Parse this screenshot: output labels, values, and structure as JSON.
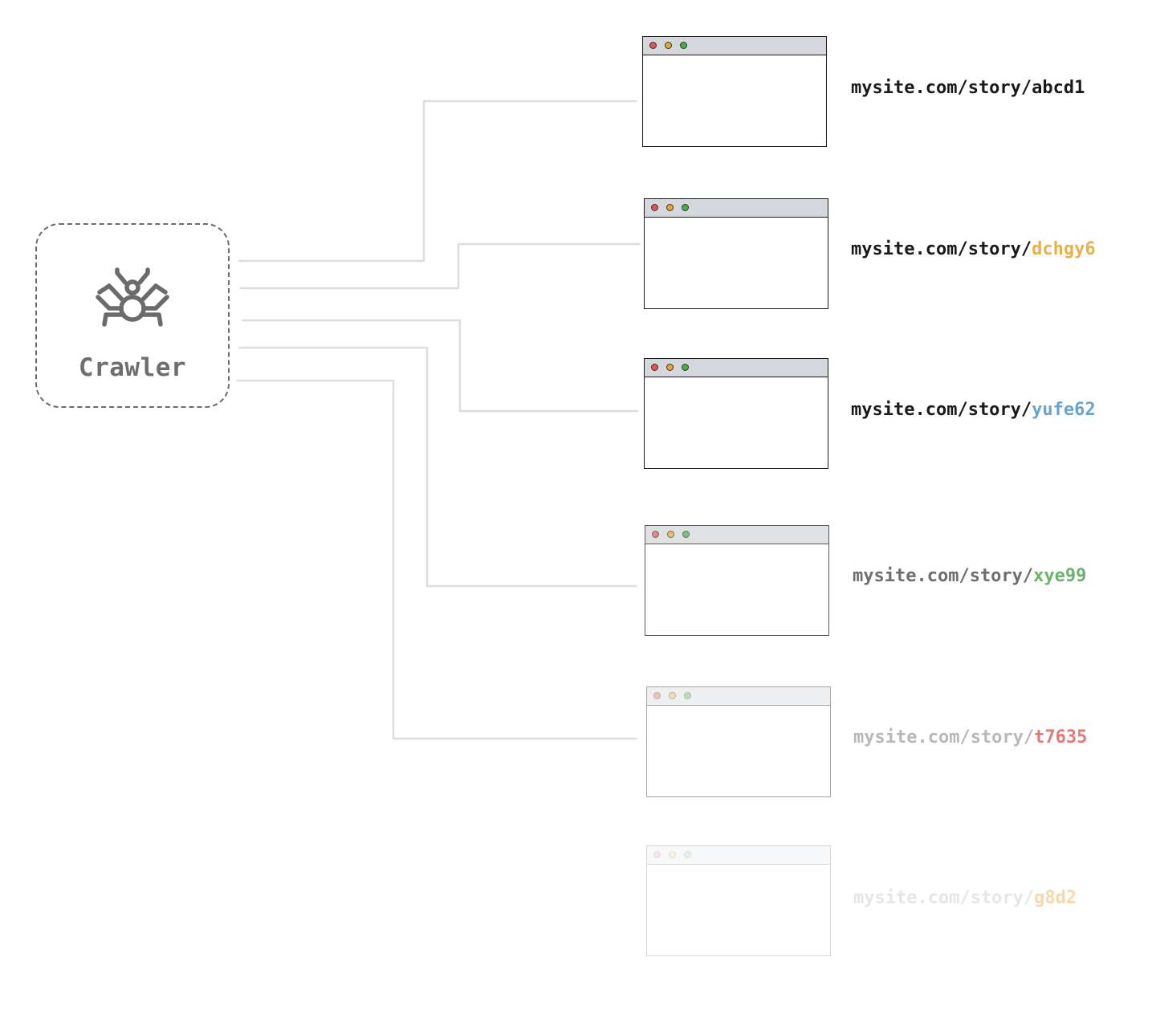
{
  "crawler": {
    "label": "Crawler",
    "icon": "spider-icon"
  },
  "pages": [
    {
      "url_prefix": "mysite.com/story/",
      "url_id": "abcd1",
      "id_color": "#1a1a1a"
    },
    {
      "url_prefix": "mysite.com/story/",
      "url_id": "dchgy6",
      "id_color": "#e8b04a"
    },
    {
      "url_prefix": "mysite.com/story/",
      "url_id": "yufe62",
      "id_color": "#6aa3cf"
    },
    {
      "url_prefix": "mysite.com/story/",
      "url_id": "xye99",
      "id_color": "#6bb36b"
    },
    {
      "url_prefix": "mysite.com/story/",
      "url_id": "t7635",
      "id_color": "#e07a7a"
    },
    {
      "url_prefix": "mysite.com/story/",
      "url_id": "g8d2",
      "id_color": "#f5d9a8"
    }
  ],
  "colors": {
    "connector": "#dcdde3",
    "dashed_border": "#6b6b6b"
  }
}
